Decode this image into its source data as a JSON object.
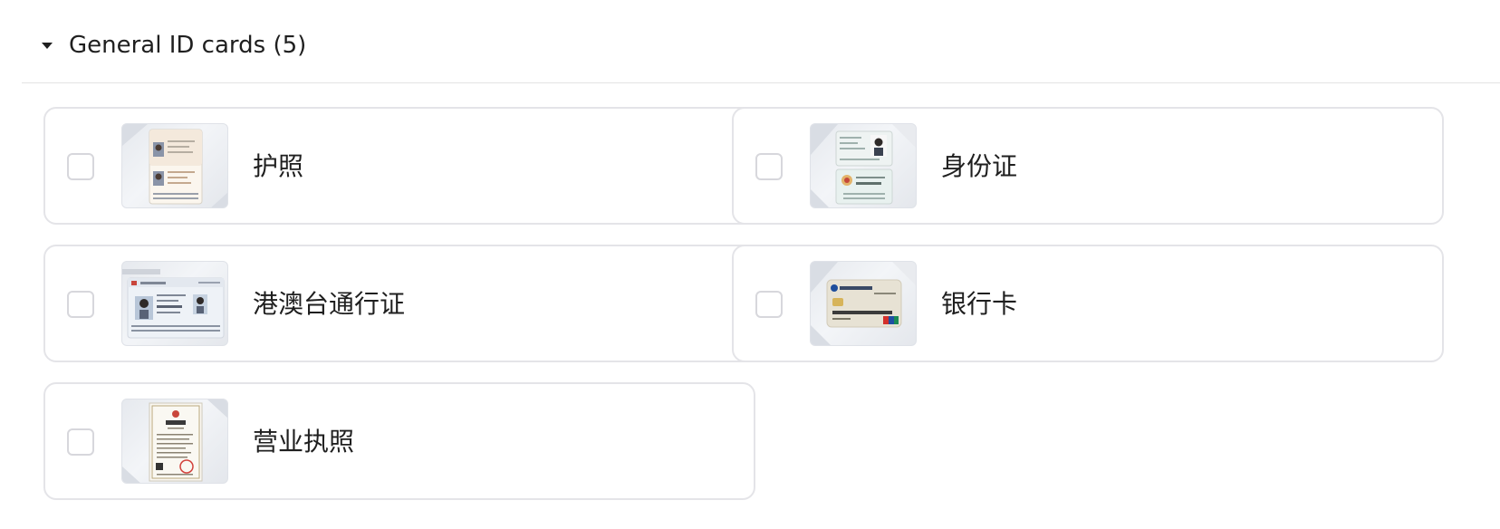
{
  "section": {
    "title": "General ID cards (5)",
    "expanded": true
  },
  "cards": [
    {
      "label": "护照",
      "icon": "passport-icon",
      "checked": false
    },
    {
      "label": "身份证",
      "icon": "id-card-icon",
      "checked": false
    },
    {
      "label": "港澳台通行证",
      "icon": "travel-permit-icon",
      "checked": false
    },
    {
      "label": "银行卡",
      "icon": "bank-card-icon",
      "checked": false
    },
    {
      "label": "营业执照",
      "icon": "business-license-icon",
      "checked": false
    }
  ]
}
